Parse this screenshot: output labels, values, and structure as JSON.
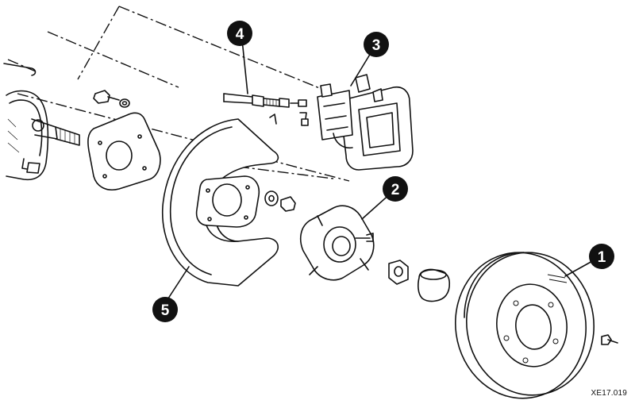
{
  "diagram": {
    "reference_code": "XE17.019",
    "callouts": [
      {
        "id": "1",
        "label": "1",
        "part": "brake-disc"
      },
      {
        "id": "2",
        "label": "2",
        "part": "wheel-hub"
      },
      {
        "id": "3",
        "label": "3",
        "part": "brake-caliper"
      },
      {
        "id": "4",
        "label": "4",
        "part": "brake-hose"
      },
      {
        "id": "5",
        "label": "5",
        "part": "dust-shield"
      }
    ],
    "colors": {
      "ink": "#111111",
      "background": "#ffffff",
      "callout_fill": "#111111",
      "callout_text": "#ffffff"
    }
  }
}
